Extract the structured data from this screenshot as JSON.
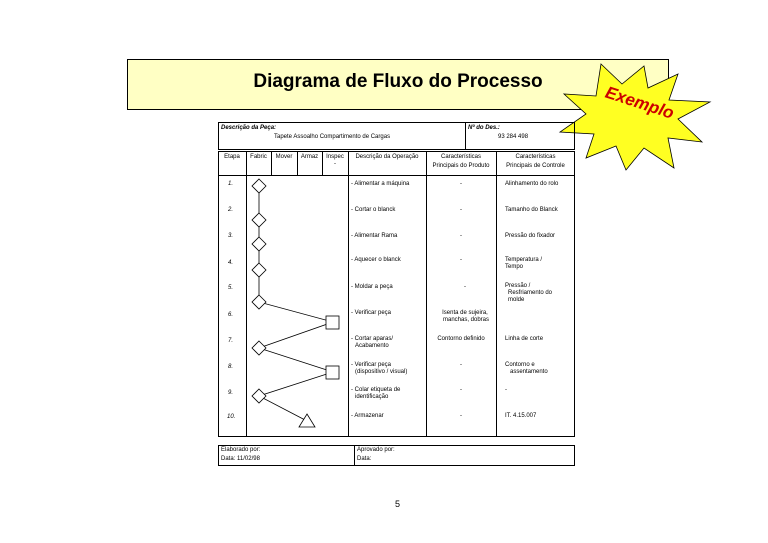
{
  "banner": {
    "title": "Diagrama de Fluxo do Processo"
  },
  "stamp": {
    "text": "Exemplo",
    "color": "#ffff22",
    "text_color": "#cc0000"
  },
  "part": {
    "label": "Descrição da Peça:",
    "value": "Tapete Assoalho Compartimento de Cargas",
    "number_label": "Nº do Des.:",
    "number_value": "93 284 498"
  },
  "table": {
    "headers": {
      "etapa": "Etapa",
      "fabric": "Fabric",
      "mover": "Mover",
      "armaz": "Armaz",
      "inspec": "Inspec",
      "inspec_extra": "-",
      "descricao": "Descrição da Operação",
      "produto_1": "Características",
      "produto_2": "Principais do Produto",
      "controle_1": "Características",
      "controle_2": "Principais de Controle"
    },
    "rows": [
      {
        "step": "1.",
        "op1": "- Alimentar a máquina",
        "op2": "",
        "product1": "-",
        "product2": "",
        "product3": "",
        "control1": "Alinhamento do rolo",
        "control2": "",
        "control3": ""
      },
      {
        "step": "2.",
        "op1": "- Cortar o blanck",
        "op2": "",
        "product1": "-",
        "product2": "",
        "product3": "",
        "control1": "Tamanho do Blanck",
        "control2": "",
        "control3": ""
      },
      {
        "step": "3.",
        "op1": "- Alimentar Rama",
        "op2": "",
        "product1": "-",
        "product2": "",
        "product3": "",
        "control1": "Pressão do fixador",
        "control2": "",
        "control3": ""
      },
      {
        "step": "4.",
        "op1": "- Aquecer o blanck",
        "op2": "",
        "product1": "-",
        "product2": "",
        "product3": "",
        "control1": "Temperatura /",
        "control2": "Tempo",
        "control3": ""
      },
      {
        "step": "5.",
        "op1": "- Moldar a peça",
        "op2": "",
        "product1": "-",
        "product2": "",
        "product3": "",
        "control1": "Pressão /",
        "control2": "Resfriamento do",
        "control3": "molde"
      },
      {
        "step": "6.",
        "op1": "- Verificar peça",
        "op2": "",
        "product1": "Isenta de sujeira,",
        "product2": "manchas, dobras",
        "product3": "",
        "control1": "",
        "control2": "",
        "control3": ""
      },
      {
        "step": "7.",
        "op1": "- Cortar aparas/",
        "op2": "Acabamento",
        "product1": "Contorno definido",
        "product2": "",
        "product3": "",
        "control1": "Linha de corte",
        "control2": "",
        "control3": ""
      },
      {
        "step": "8.",
        "op1": "- Verificar peça",
        "op2": "(dispositivo / visual)",
        "product1": "-",
        "product2": "",
        "product3": "",
        "control1": "Contorno e",
        "control2": "assentamento",
        "control3": ""
      },
      {
        "step": "9.",
        "op1": "- Colar etiqueta de",
        "op2": "identificação",
        "product1": "-",
        "product2": "",
        "product3": "",
        "control1": "-",
        "control2": "",
        "control3": ""
      },
      {
        "step": "10.",
        "op1": "- Armazenar",
        "op2": "",
        "product1": "-",
        "product2": "",
        "product3": "",
        "control1": "IT. 4.15.007",
        "control2": "",
        "control3": ""
      }
    ]
  },
  "signoff": {
    "prepared_label": "Elaborado por:",
    "prepared_date": "Data: 11/02/98",
    "approved_label": "Aprovado por:",
    "approved_date": "Data:"
  },
  "page": {
    "number": "5"
  }
}
